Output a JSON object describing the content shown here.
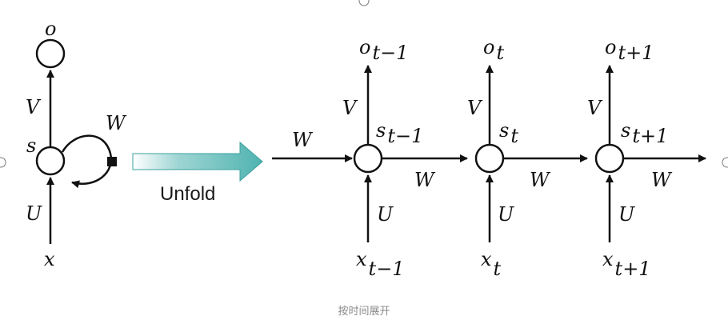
{
  "folded": {
    "output": "o",
    "state": "s",
    "input": "x",
    "w_in": "U",
    "w_out": "V",
    "w_rec": "W"
  },
  "unfold_label": "Unfold",
  "unrolled": {
    "w_label": "W",
    "u_label": "U",
    "v_label": "V",
    "steps": [
      {
        "o": "o",
        "s": "s",
        "x": "x",
        "sub": "t−1"
      },
      {
        "o": "o",
        "s": "s",
        "x": "x",
        "sub": "t"
      },
      {
        "o": "o",
        "s": "s",
        "x": "x",
        "sub": "t+1"
      }
    ]
  },
  "caption": "按时间展开",
  "colors": {
    "arrow_fill": "#4fb3b0",
    "ink": "#111111",
    "caption": "#8a8a8a"
  }
}
